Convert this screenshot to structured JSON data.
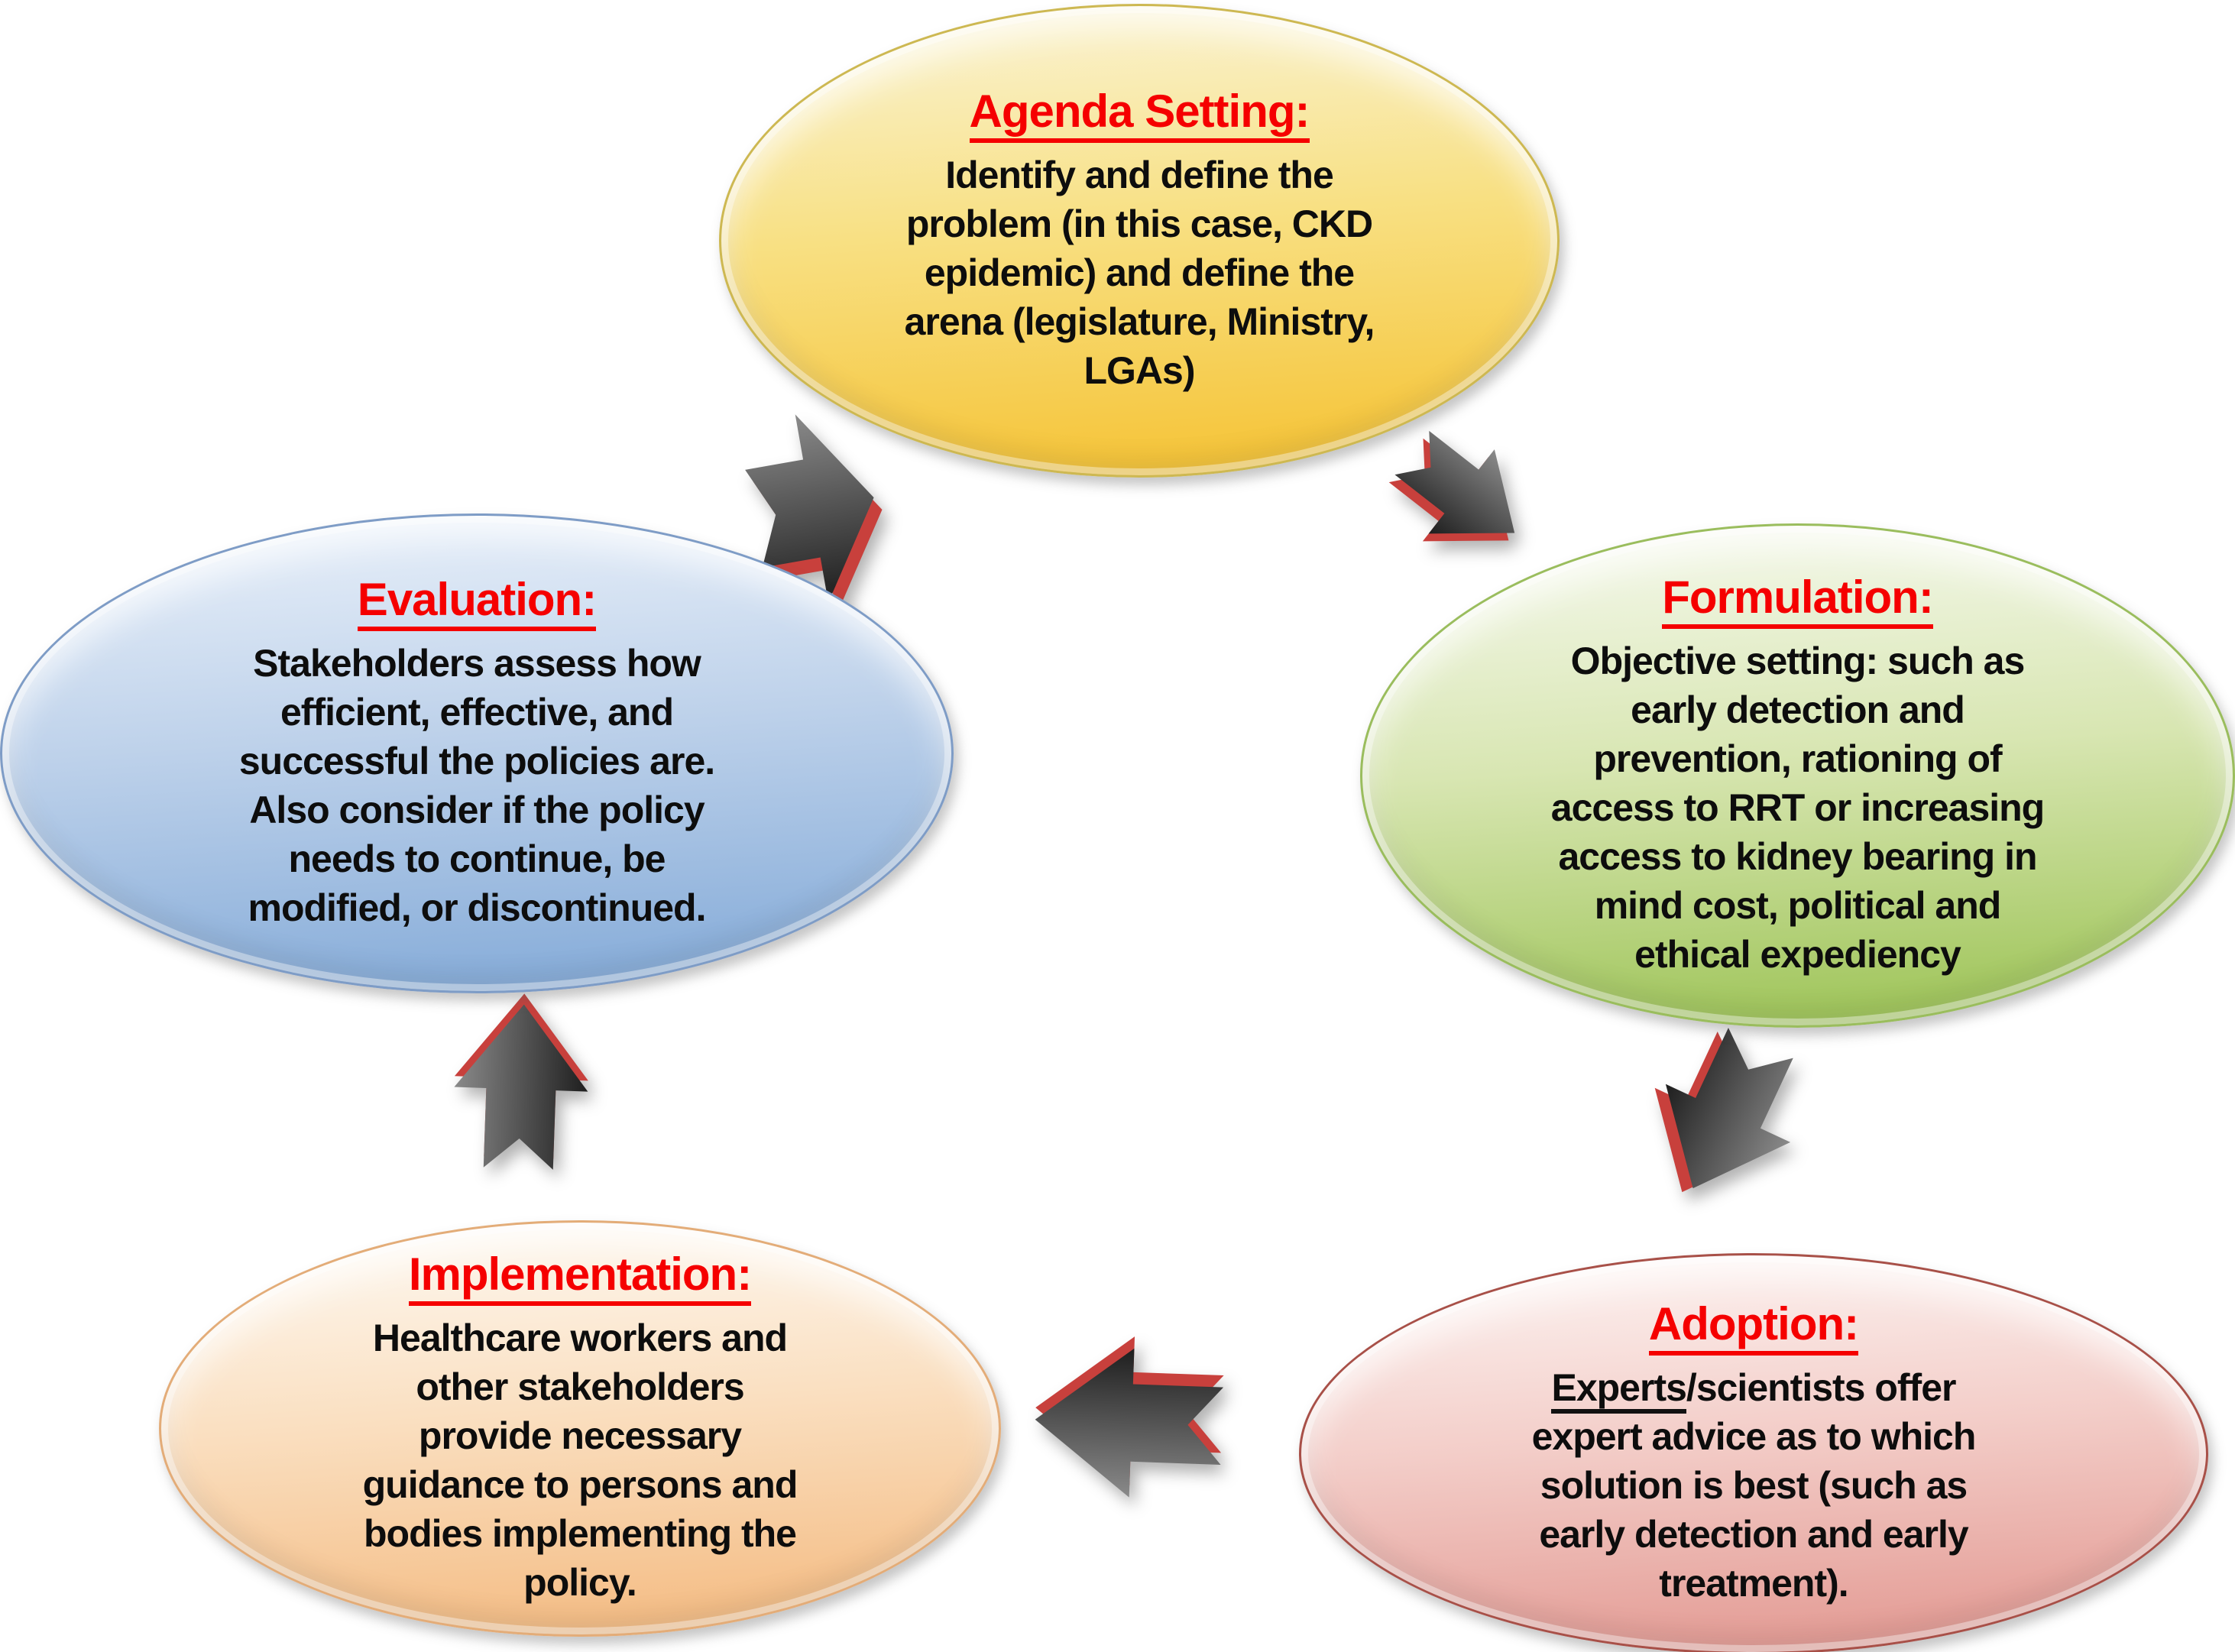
{
  "page": {
    "background": "#ffffff"
  },
  "diagram": {
    "type": "policy-cycle",
    "title_color": "#f50000",
    "arrow_colors": {
      "light": "#8a8a8a",
      "dark": "#1e1e1e",
      "edge": "#c8403c"
    },
    "stages": [
      {
        "id": "agenda-setting",
        "title": "Agenda Setting:",
        "body": "Identify and define the\nproblem (in this case, CKD\nepidemic) and define the\narena (legislature, Ministry,\nLGAs)",
        "colors": {
          "top": "#faf4d6",
          "mid": "#f8e083",
          "bottom": "#f5c233",
          "border": "#cdb852"
        }
      },
      {
        "id": "formulation",
        "title": "Formulation:",
        "body": "Objective setting: such as\nearly detection and\nprevention, rationing of\naccess to RRT or increasing\naccess to kidney bearing in\nmind cost, political and\nethical expediency",
        "colors": {
          "top": "#f6f9ee",
          "mid": "#d8e6b2",
          "bottom": "#9cc355",
          "border": "#9abd5d"
        }
      },
      {
        "id": "adoption",
        "title": "Adoption:",
        "lead_underlined": "Experts",
        "body": "/scientists offer\nexpert advice as to which\nsolution is best (such as\nearly detection and early\ntreatment).",
        "colors": {
          "top": "#fdf5f3",
          "mid": "#f3cdc8",
          "bottom": "#e29790",
          "border": "#a85048"
        }
      },
      {
        "id": "implementation",
        "title": "Implementation:",
        "body": "Healthcare workers and\nother stakeholders\nprovide necessary\nguidance to persons and\nbodies implementing the\npolicy.",
        "colors": {
          "top": "#fefaf4",
          "mid": "#fadfc0",
          "bottom": "#f4ba80",
          "border": "#e3ac78"
        }
      },
      {
        "id": "evaluation",
        "title": "Evaluation:",
        "body": "Stakeholders assess how\nefficient, effective, and\nsuccessful the policies are.\nAlso consider if the policy\nneeds to continue, be\nmodified, or discontinued.",
        "colors": {
          "top": "#eaf1fa",
          "mid": "#bdd1ea",
          "bottom": "#83aad8",
          "border": "#7e9cc6"
        }
      }
    ],
    "arrows": [
      {
        "id": "evaluation-to-agenda-setting"
      },
      {
        "id": "agenda-setting-to-formulation"
      },
      {
        "id": "formulation-to-adoption"
      },
      {
        "id": "adoption-to-implementation"
      },
      {
        "id": "implementation-to-evaluation"
      }
    ]
  }
}
